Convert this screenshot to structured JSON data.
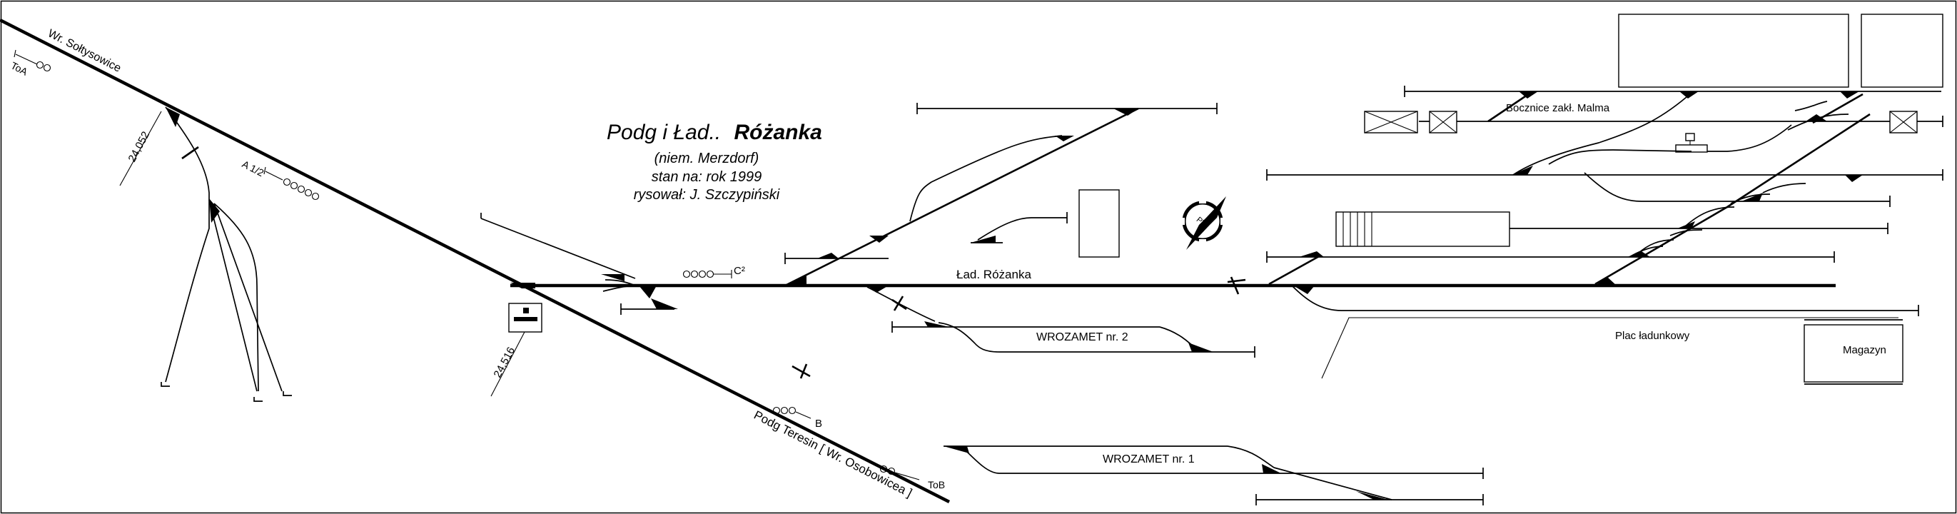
{
  "title": {
    "prefix": "Podg i Ład..",
    "name": "Różanka",
    "german_name": "(niem. Merzdorf)",
    "status": "stan na: rok 1999",
    "author": "rysował: J. Szczypiński"
  },
  "line_labels": {
    "toward_soltysowice": "Wr. Sołtysowice",
    "toward_teresin": "Podg Teresin [ Wr. Osobowicea ]"
  },
  "station_label": "Ład. Różanka",
  "kilometrage": {
    "km_upper": "24,052",
    "km_lower": "24,516"
  },
  "signals": {
    "toa": "ToA",
    "tob": "ToB",
    "a12": "A 1/2",
    "c2": "C²",
    "b": "B"
  },
  "sidings": {
    "wrozamet_1": "WROZAMET nr. 1",
    "wrozamet_2": "WROZAMET nr. 2",
    "malma": "Bocznice zakł. Malma"
  },
  "places": {
    "loading_yard": "Plac ładunkowy",
    "warehouse": "Magazyn"
  },
  "colors": {
    "line": "#000000",
    "background": "#ffffff"
  }
}
